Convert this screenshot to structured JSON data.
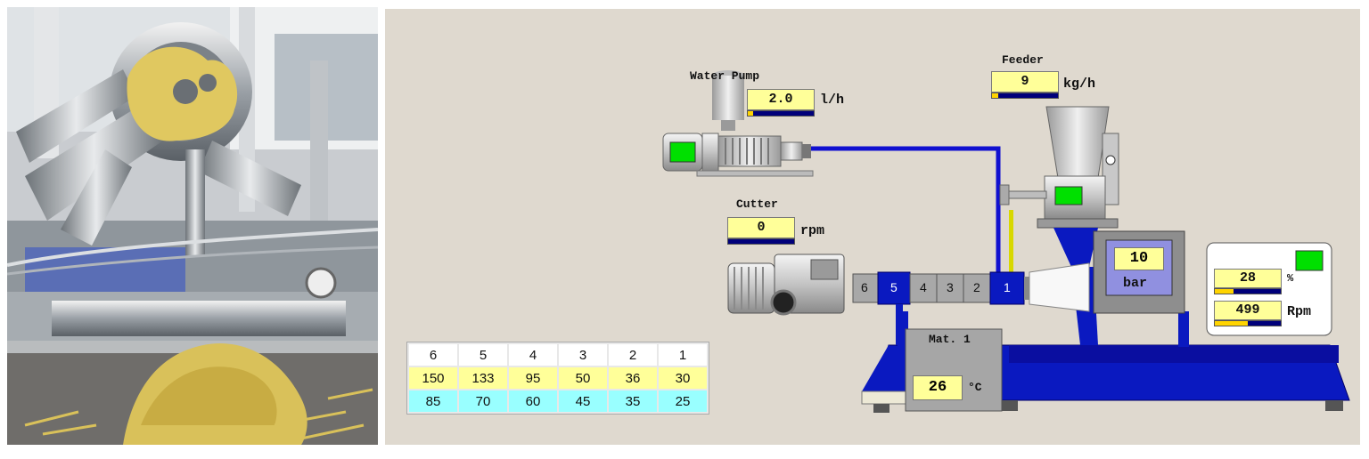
{
  "water_pump": {
    "label": "Water Pump",
    "value": "2.0",
    "unit": "l/h",
    "level": 0.08
  },
  "feeder": {
    "label": "Feeder",
    "value": "9",
    "unit": "kg/h",
    "level": 0.1
  },
  "cutter": {
    "label": "Cutter",
    "value": "0",
    "unit": "rpm",
    "level": 0.0
  },
  "pressure": {
    "value": "10",
    "unit": "bar"
  },
  "motor": {
    "load": {
      "value": "28",
      "unit": "%",
      "level": 0.28
    },
    "speed": {
      "value": "499",
      "unit": "Rpm",
      "level": 0.5
    }
  },
  "material": {
    "label": "Mat. 1",
    "value": "26",
    "unit": "°C"
  },
  "barrel_sections": [
    "6",
    "5",
    "4",
    "3",
    "2",
    "1"
  ],
  "zone_table": {
    "zones": [
      "6",
      "5",
      "4",
      "3",
      "2",
      "1"
    ],
    "setpoints": [
      "150",
      "133",
      "95",
      "50",
      "36",
      "30"
    ],
    "actuals": [
      "85",
      "70",
      "60",
      "45",
      "35",
      "25"
    ]
  },
  "colors": {
    "panel_bg": "#dfd9cf",
    "frame_blue": "#0a19c0",
    "value_yellow": "#ffff99",
    "value_cyan": "#99ffff",
    "status_green": "#00e000",
    "pipe_yellow": "#d8d800"
  }
}
